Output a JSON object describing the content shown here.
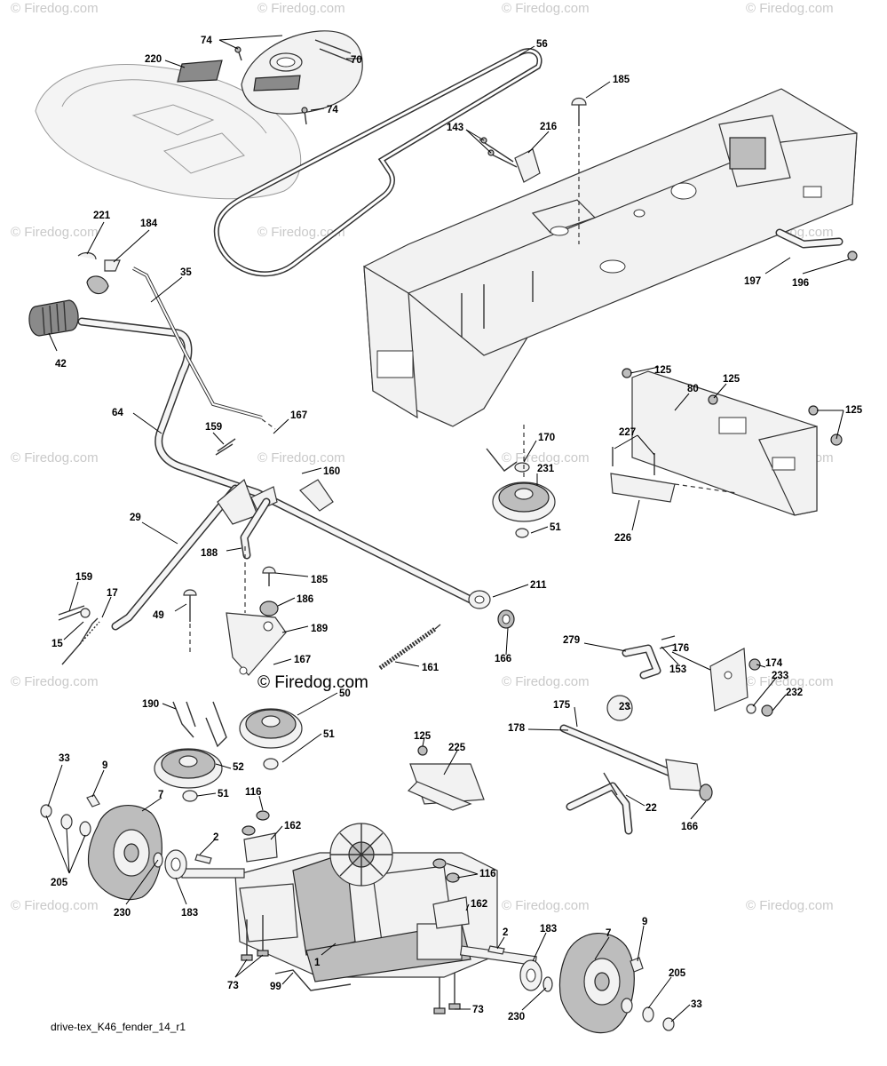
{
  "watermark": {
    "text": "© Firedog.com",
    "center_text": "© Firedog.com"
  },
  "caption": "drive-tex_K46_fender_14_r1",
  "callouts": {
    "c74a": "74",
    "c74b": "74",
    "c220": "220",
    "c70": "70",
    "c56": "56",
    "c185a": "185",
    "c143": "143",
    "c216": "216",
    "c221": "221",
    "c184": "184",
    "c35": "35",
    "c42": "42",
    "c197": "197",
    "c196": "196",
    "c64": "64",
    "c159a": "159",
    "c167a": "167",
    "c160": "160",
    "c125a": "125",
    "c80": "80",
    "c125b": "125",
    "c125c": "125",
    "c227": "227",
    "c170": "170",
    "c231": "231",
    "c51a": "51",
    "c226": "226",
    "c29": "29",
    "c188": "188",
    "c185b": "185",
    "c186": "186",
    "c49": "49",
    "c189": "189",
    "c159b": "159",
    "c17": "17",
    "c15": "15",
    "c211": "211",
    "c166a": "166",
    "c167b": "167",
    "c161": "161",
    "c50": "50",
    "c279": "279",
    "c176": "176",
    "c174": "174",
    "c23": "23",
    "c153": "153",
    "c233": "233",
    "c232": "232",
    "c190": "190",
    "c51b": "51",
    "c175": "175",
    "c178": "178",
    "c52": "52",
    "c51c": "51",
    "c33a": "33",
    "c9a": "9",
    "c7a": "7",
    "c116a": "116",
    "c162a": "162",
    "c125d": "125",
    "c225": "225",
    "c22": "22",
    "c166b": "166",
    "c2a": "2",
    "c116b": "116",
    "c205a": "205",
    "c230a": "230",
    "c183a": "183",
    "c162b": "162",
    "c2b": "2",
    "c183b": "183",
    "c7b": "7",
    "c9b": "9",
    "c1": "1",
    "c73a": "73",
    "c99": "99",
    "c205b": "205",
    "c230b": "230",
    "c73b": "73",
    "c33b": "33"
  }
}
